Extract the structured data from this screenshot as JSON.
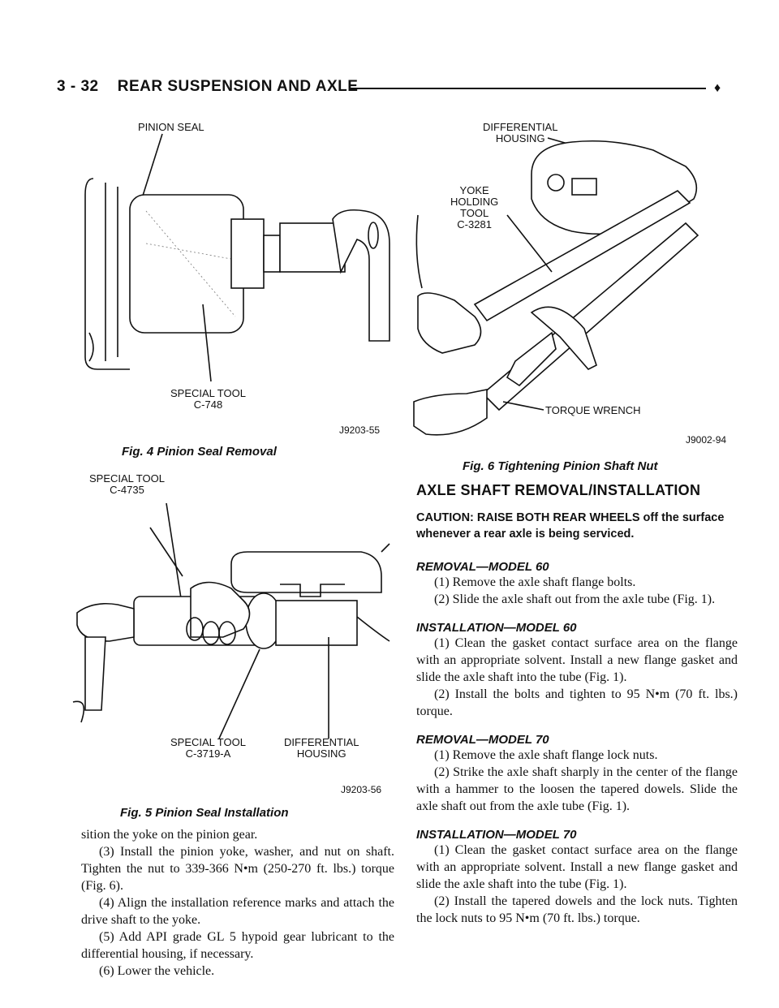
{
  "header": {
    "page_number": "3 - 32",
    "section_title": "REAR SUSPENSION AND AXLE",
    "marker": "♦"
  },
  "fig4": {
    "label_pinion_seal": "PINION SEAL",
    "label_special_tool": "SPECIAL TOOL\nC-748",
    "id": "J9203-55",
    "caption": "Fig. 4 Pinion Seal Removal"
  },
  "fig5": {
    "label_special_tool_top": "SPECIAL TOOL\nC-4735",
    "label_special_tool_bottom": "SPECIAL TOOL\nC-3719-A",
    "label_housing": "DIFFERENTIAL\nHOUSING",
    "id": "J9203-56",
    "caption": "Fig. 5 Pinion Seal Installation"
  },
  "fig6": {
    "label_housing": "DIFFERENTIAL\nHOUSING",
    "label_yoke_tool": "YOKE\nHOLDING\nTOOL\nC-3281",
    "label_wrench": "TORQUE WRENCH",
    "id": "J9002-94",
    "caption": "Fig. 6 Tightening Pinion Shaft Nut"
  },
  "left_text": [
    "sition the yoke on the pinion gear.",
    "(3) Install the pinion yoke, washer, and nut on shaft. Tighten the nut to 339-366 N•m (250-270 ft. lbs.) torque (Fig. 6).",
    "(4) Align the installation reference marks and attach the drive shaft to the yoke.",
    "(5) Add API grade GL 5 hypoid gear lubricant to the differential housing, if necessary.",
    "(6) Lower the vehicle."
  ],
  "right": {
    "section_title": "AXLE SHAFT REMOVAL/INSTALLATION",
    "caution": "CAUTION: RAISE BOTH REAR WHEELS off the surface whenever a rear axle is being serviced.",
    "removal_60": {
      "title": "REMOVAL—MODEL 60",
      "steps": [
        "(1) Remove the axle shaft flange bolts.",
        "(2) Slide the axle shaft out from the axle tube (Fig. 1)."
      ]
    },
    "install_60": {
      "title": "INSTALLATION—MODEL 60",
      "steps": [
        "(1) Clean the gasket contact surface area on the flange with an appropriate solvent. Install a new flange gasket and slide the axle shaft into the tube (Fig. 1).",
        "(2) Install the bolts and tighten to 95 N•m (70 ft. lbs.) torque."
      ]
    },
    "removal_70": {
      "title": "REMOVAL—MODEL 70",
      "steps": [
        "(1) Remove the axle shaft flange lock nuts.",
        "(2) Strike the axle shaft sharply in the center of the flange with a hammer to the loosen the tapered dowels. Slide the axle shaft out from the axle tube (Fig. 1)."
      ]
    },
    "install_70": {
      "title": "INSTALLATION—MODEL 70",
      "steps": [
        "(1) Clean the gasket contact surface area on the flange with an appropriate solvent. Install a new flange gasket and slide the axle shaft into the tube (Fig. 1).",
        "(2) Install the tapered dowels and the lock nuts. Tighten the lock nuts to 95 N•m (70 ft. lbs.) torque."
      ]
    }
  }
}
